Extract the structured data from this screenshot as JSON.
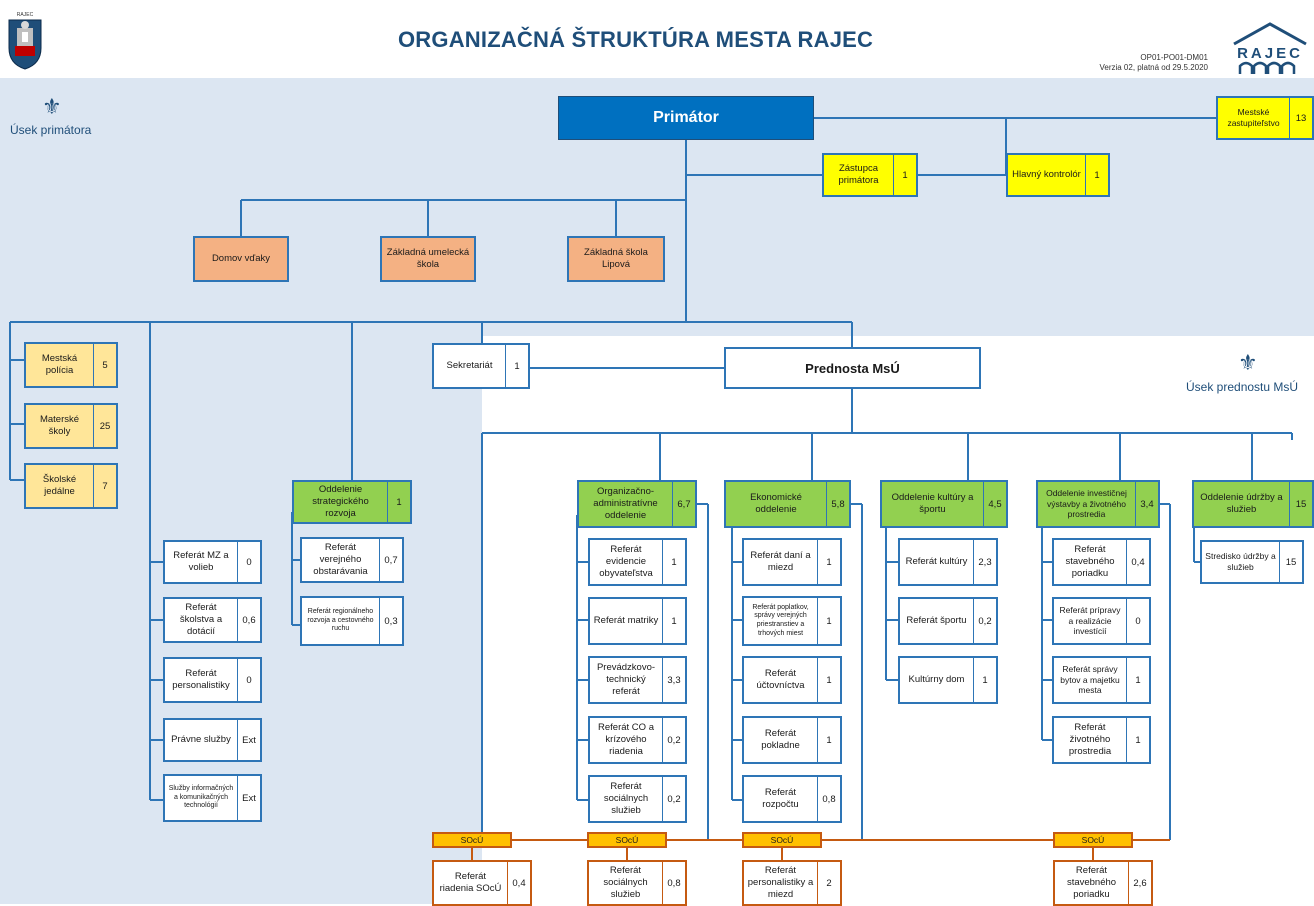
{
  "header": {
    "title": "ORGANIZAČNÁ ŠTRUKTÚRA MESTA RAJEC",
    "code": "OP01-PO01-DM01",
    "version": "Verzia 02, platná od 29.5.2020",
    "logo_text": "RAJEC",
    "crest_label": "RAJEC"
  },
  "sections": {
    "primator": "Úsek primátora",
    "prednosta": "Úsek prednostu MsÚ"
  },
  "top": {
    "primator": "Primátor",
    "prednosta": "Prednosta MsÚ"
  },
  "nodes": {
    "zastupitelstvo": {
      "label": "Mestské zastupiteľstvo",
      "count": "13"
    },
    "zastupca": {
      "label": "Zástupca primátora",
      "count": "1"
    },
    "kontrolor": {
      "label": "Hlavný kontrolór",
      "count": "1"
    },
    "domov": {
      "label": "Domov vďaky"
    },
    "zus": {
      "label": "Základná umelecká škola"
    },
    "zs": {
      "label": "Základná škola Lipová"
    },
    "policia": {
      "label": "Mestská polícia",
      "count": "5"
    },
    "ms": {
      "label": "Materské školy",
      "count": "25"
    },
    "sj": {
      "label": "Školské jedálne",
      "count": "7"
    },
    "sekretariat": {
      "label": "Sekretariát",
      "count": "1"
    },
    "strat": {
      "label": "Oddelenie strategického rozvoja",
      "count": "1"
    },
    "strat1": {
      "label": "Referát verejného obstarávania",
      "count": "0,7"
    },
    "strat2": {
      "label": "Referát regionálneho rozvoja a cestovného ruchu",
      "count": "0,3"
    },
    "mz": {
      "label": "Referát MZ a volieb",
      "count": "0"
    },
    "skolstvo": {
      "label": "Referát školstva a dotácií",
      "count": "0,6"
    },
    "personal": {
      "label": "Referát personalistiky",
      "count": "0"
    },
    "pravne": {
      "label": "Právne služby",
      "count": "Ext"
    },
    "ikt": {
      "label": "Služby informačných a komunikačných technológií",
      "count": "Ext"
    },
    "oao": {
      "label": "Organizačno-administratívne oddelenie",
      "count": "6,7"
    },
    "oao1": {
      "label": "Referát evidencie obyvateľstva",
      "count": "1"
    },
    "oao2": {
      "label": "Referát matriky",
      "count": "1"
    },
    "oao3": {
      "label": "Prevádzkovo-technický referát",
      "count": "3,3"
    },
    "oao4": {
      "label": "Referát CO a krízového riadenia",
      "count": "0,2"
    },
    "oao5": {
      "label": "Referát sociálnych služieb",
      "count": "0,2"
    },
    "eko": {
      "label": "Ekonomické oddelenie",
      "count": "5,8"
    },
    "eko1": {
      "label": "Referát daní a miezd",
      "count": "1"
    },
    "eko2": {
      "label": "Referát poplatkov, správy verejných priestranstiev a trhových miest",
      "count": "1"
    },
    "eko3": {
      "label": "Referát účtovníctva",
      "count": "1"
    },
    "eko4": {
      "label": "Referát pokladne",
      "count": "1"
    },
    "eko5": {
      "label": "Referát rozpočtu",
      "count": "0,8"
    },
    "kult": {
      "label": "Oddelenie kultúry a športu",
      "count": "4,5"
    },
    "kult1": {
      "label": "Referát kultúry",
      "count": "2,3"
    },
    "kult2": {
      "label": "Referát športu",
      "count": "0,2"
    },
    "kult3": {
      "label": "Kultúrny dom",
      "count": "1"
    },
    "inv": {
      "label": "Oddelenie investičnej výstavby a životného prostredia",
      "count": "3,4"
    },
    "inv1": {
      "label": "Referát stavebného poriadku",
      "count": "0,4"
    },
    "inv2": {
      "label": "Referát prípravy a realizácie investícií",
      "count": "0"
    },
    "inv3": {
      "label": "Referát správy bytov a majetku mesta",
      "count": "1"
    },
    "inv4": {
      "label": "Referát životného prostredia",
      "count": "1"
    },
    "udrzba": {
      "label": "Oddelenie údržby a služieb",
      "count": "15"
    },
    "udrzba1": {
      "label": "Stredisko údržby a služieb",
      "count": "15"
    },
    "soc1": {
      "label": "SOcÚ"
    },
    "soc2": {
      "label": "SOcÚ"
    },
    "soc3": {
      "label": "SOcÚ"
    },
    "soc4": {
      "label": "SOcÚ"
    },
    "socr1": {
      "label": "Referát riadenia SOcÚ",
      "count": "0,4"
    },
    "socr2": {
      "label": "Referát sociálnych služieb",
      "count": "0,8"
    },
    "socr3": {
      "label": "Referát personalistiky a miezd",
      "count": "2"
    },
    "socr4": {
      "label": "Referát stavebného poriadku",
      "count": "2,6"
    }
  },
  "colors": {
    "line": "#2e75b6",
    "soc_line": "#c55a11",
    "title": "#1f4e79",
    "primator_fill": "#0070c0",
    "zone_fill": "#dce6f2",
    "yellow": "#ffff00",
    "light_yellow": "#ffe699",
    "green": "#92d050",
    "salmon": "#f4b183",
    "soc_fill": "#ffc000"
  }
}
